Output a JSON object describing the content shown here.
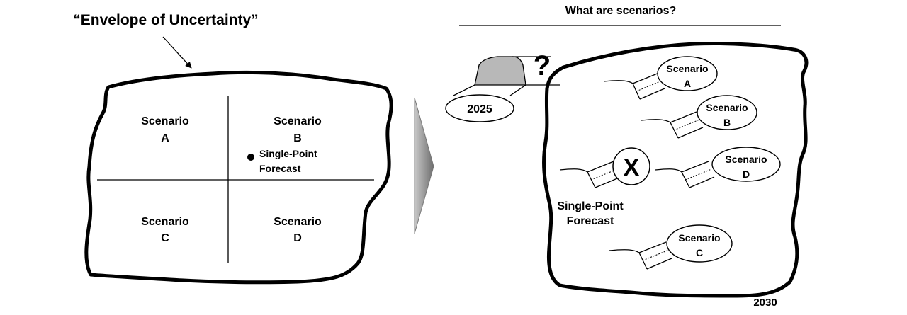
{
  "left_panel": {
    "title": "“Envelope of Uncertainty”",
    "quadrants": [
      {
        "line1": "Scenario",
        "line2": "A"
      },
      {
        "line1": "Scenario",
        "line2": "B"
      },
      {
        "line1": "Scenario",
        "line2": "C"
      },
      {
        "line1": "Scenario",
        "line2": "D"
      }
    ],
    "forecast_line1": "Single-Point",
    "forecast_line2": "Forecast"
  },
  "right_panel": {
    "title": "What are scenarios?",
    "start_year": "2025",
    "end_year": "2030",
    "question_mark": "?",
    "x_mark": "X",
    "forecast_line1": "Single-Point",
    "forecast_line2": "Forecast",
    "scenarios": [
      {
        "line1": "Scenario",
        "line2": "A"
      },
      {
        "line1": "Scenario",
        "line2": "B"
      },
      {
        "line1": "Scenario",
        "line2": "D"
      },
      {
        "line1": "Scenario",
        "line2": "C"
      }
    ]
  },
  "colors": {
    "ink": "#000000",
    "cap_fill": "#b8b8b8",
    "arrow_fill": "#7f7f7f"
  }
}
